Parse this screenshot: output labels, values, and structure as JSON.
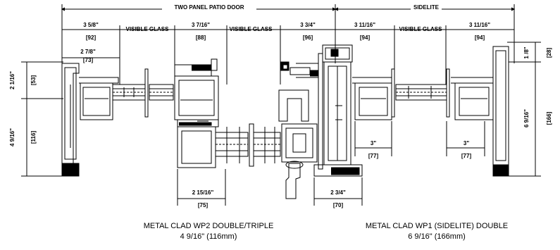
{
  "header": {
    "patio_label": "TWO PANEL PATIO DOOR",
    "sidelite_label": "SIDELITE"
  },
  "dims_top": {
    "d1": "3 5/8\"",
    "d1_mm": "[92]",
    "d2_label": "VISIBLE GLASS",
    "d3": "3 7/16\"",
    "d3_mm": "[88]",
    "d4_label": "VISIBLE GLASS",
    "d5": "3 3/4\"",
    "d5_mm": "[96]",
    "d6": "3 11/16\"",
    "d6_mm": "[94]",
    "d7_label": "VISIBLE GLASS",
    "d8": "3 11/16\"",
    "d8_mm": "[94]"
  },
  "dims_left": {
    "inner": "2 7/8\"",
    "inner_mm": "[73]",
    "top": "2 1/16\"",
    "top_mm": "[53]",
    "bottom": "4 9/16\"",
    "bottom_mm": "[116]"
  },
  "dims_right": {
    "top": "1 /8\"",
    "top_mm": "[28]",
    "bottom": "6 9/16\"",
    "bottom_mm": "[166]"
  },
  "dims_bottom": {
    "panel": "2 15/16\"",
    "panel_mm": "[75]",
    "jamb": "2 3/4\"",
    "jamb_mm": "[70]",
    "sl_left": "3\"",
    "sl_left_mm": "[77]",
    "sl_right": "3\"",
    "sl_right_mm": "[77]"
  },
  "captions": {
    "left_title": "METAL CLAD WP2 DOUBLE/TRIPLE",
    "left_sub": "4 9/16\" (116mm)",
    "right_title": "METAL CLAD WP1 (SIDELITE) DOUBLE",
    "right_sub": "6 9/16\" (166mm)"
  }
}
